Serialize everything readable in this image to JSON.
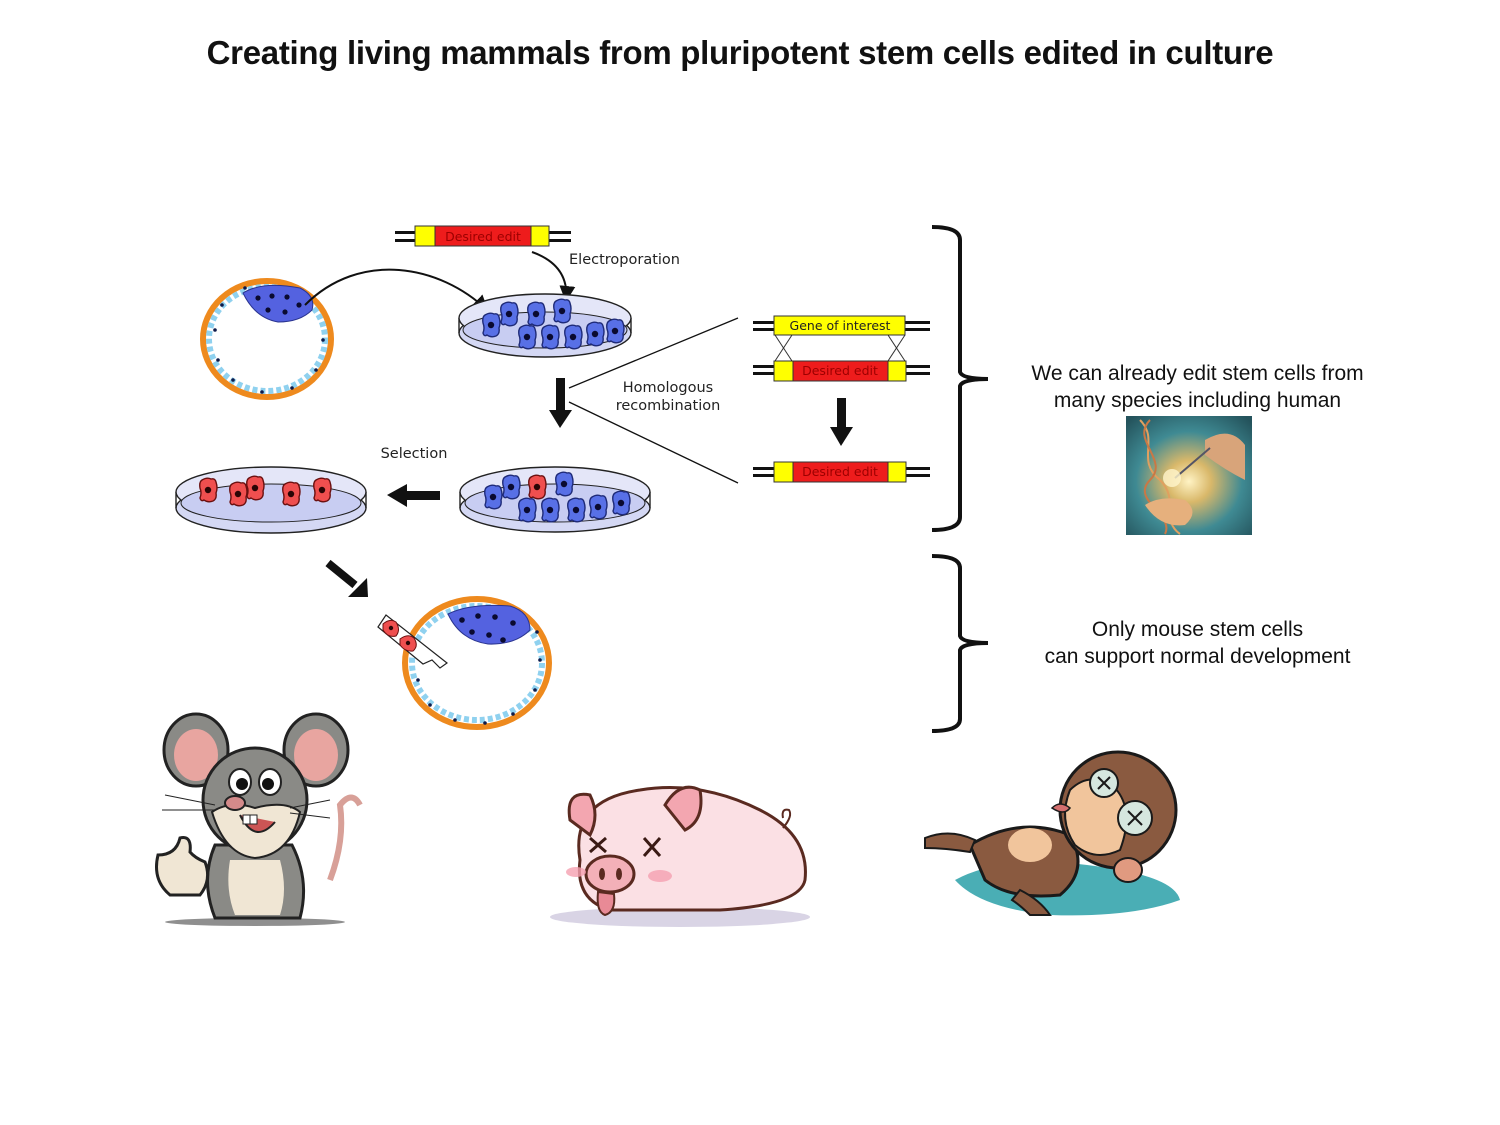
{
  "title": "Creating living mammals from pluripotent stem cells edited in culture",
  "diagram": {
    "labels": {
      "electroporation": "Electroporation",
      "homologous_line1": "Homologous",
      "homologous_line2": "recombination",
      "selection": "Selection"
    },
    "constructs": {
      "top_construct": "Desired edit",
      "gene_of_interest": "Gene of interest",
      "targeting_vector": "Desired edit",
      "result_construct": "Desired edit"
    },
    "colors": {
      "edit_red": "#ee1c1c",
      "homology_yellow": "#ffff00",
      "stem_cell_blue": "#5870e6",
      "edited_cell_red": "#ef4f4f",
      "dish_fill": "#d4d8f4",
      "zona_orange": "#f08a1c",
      "trophectoderm_cyan": "#8fd1ef",
      "icm_blue": "#5462e0"
    }
  },
  "side_notes": {
    "note1_line1": "We can already edit stem cells from",
    "note1_line2": "many species including human",
    "note2_line1": "Only mouse stem cells",
    "note2_line2": "can support normal development"
  },
  "illustrations": {
    "dna_editing": "dna-editing-illustration",
    "mouse": "happy-mouse-thumbs-up",
    "pig": "collapsed-pig",
    "monkey": "collapsed-monkey"
  }
}
